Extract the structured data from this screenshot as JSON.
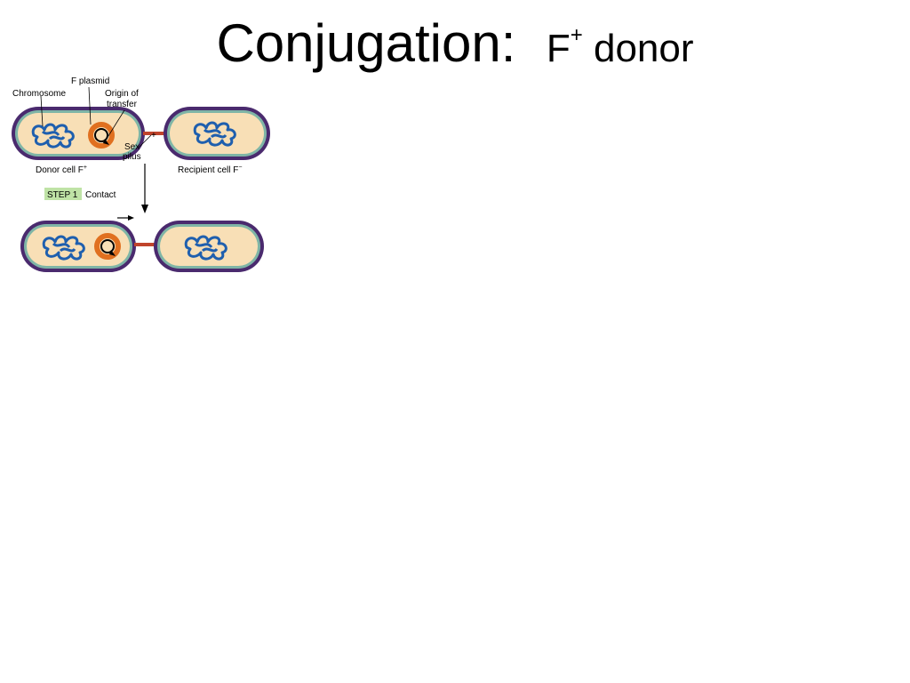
{
  "title": {
    "main": "Conjugation:",
    "sub_prefix": "F",
    "sub_sup": "+",
    "sub_suffix": "donor"
  },
  "diagram": {
    "labels": {
      "f_plasmid": "F plasmid",
      "chromosome": "Chromosome",
      "origin_line1": "Origin of",
      "origin_line2": "transfer",
      "sex_line1": "Sex",
      "sex_line2": "pilus",
      "plus": "+",
      "donor_cell": "Donor cell F",
      "donor_sup": "+",
      "recipient_cell": "Recipient cell F",
      "recipient_sup": "−",
      "step_tag": "STEP 1",
      "step_text": "Contact"
    },
    "colors": {
      "cytoplasm": "#f8dfb6",
      "membrane_outer": "#4a2a6e",
      "membrane_inner": "#7fb5a6",
      "chromosome": "#1f5fae",
      "plasmid": "#e07020",
      "pilus": "#c0442c",
      "step_tag_bg": "#bfe3a6"
    }
  }
}
